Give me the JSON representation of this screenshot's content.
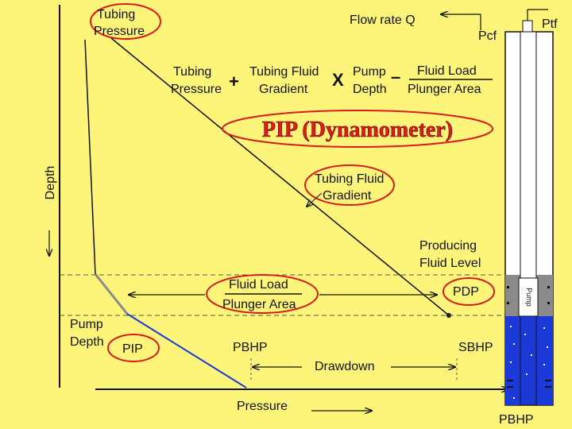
{
  "labels": {
    "tubing_pressure_top_1": "Tubing",
    "tubing_pressure_top_2": "Pressure",
    "flow_rate": "Flow rate Q",
    "pcf": "Pcf",
    "ptf": "Ptf",
    "depth_axis": "Depth",
    "pressure_axis": "Pressure",
    "tubing_fluid_gradient_1": "Tubing Fluid",
    "tubing_fluid_gradient_2": "Gradient",
    "producing_fluid_level_1": "Producing",
    "producing_fluid_level_2": "Fluid Level",
    "fluid_load_1": "Fluid Load",
    "fluid_load_2": "Plunger Area",
    "pdp": "PDP",
    "pump_depth_1": "Pump",
    "pump_depth_2": "Depth",
    "pip": "PIP",
    "pbhp": "PBHP",
    "sbhp": "SBHP",
    "drawdown": "Drawdown",
    "pbhp_bottom": "PBHP",
    "pump_label": "Pump"
  },
  "formula": {
    "term1_line1": "Tubing",
    "term1_line2": "Pressure",
    "plus": "+",
    "term2_line1": "Tubing Fluid",
    "term2_line2": "Gradient",
    "times": "X",
    "term3_line1": "Pump",
    "term3_line2": "Depth",
    "minus": "–",
    "term4_numerator": "Fluid Load",
    "term4_denominator": "Plunger Area"
  },
  "title": "PIP (Dynamometer)",
  "colors": {
    "background": "#fdf47a",
    "highlight_ring": "#d81b1b",
    "title_red": "#e21a1a",
    "blue_fluid": "#1b3ad8",
    "gray_gas": "#8a8a8a"
  }
}
